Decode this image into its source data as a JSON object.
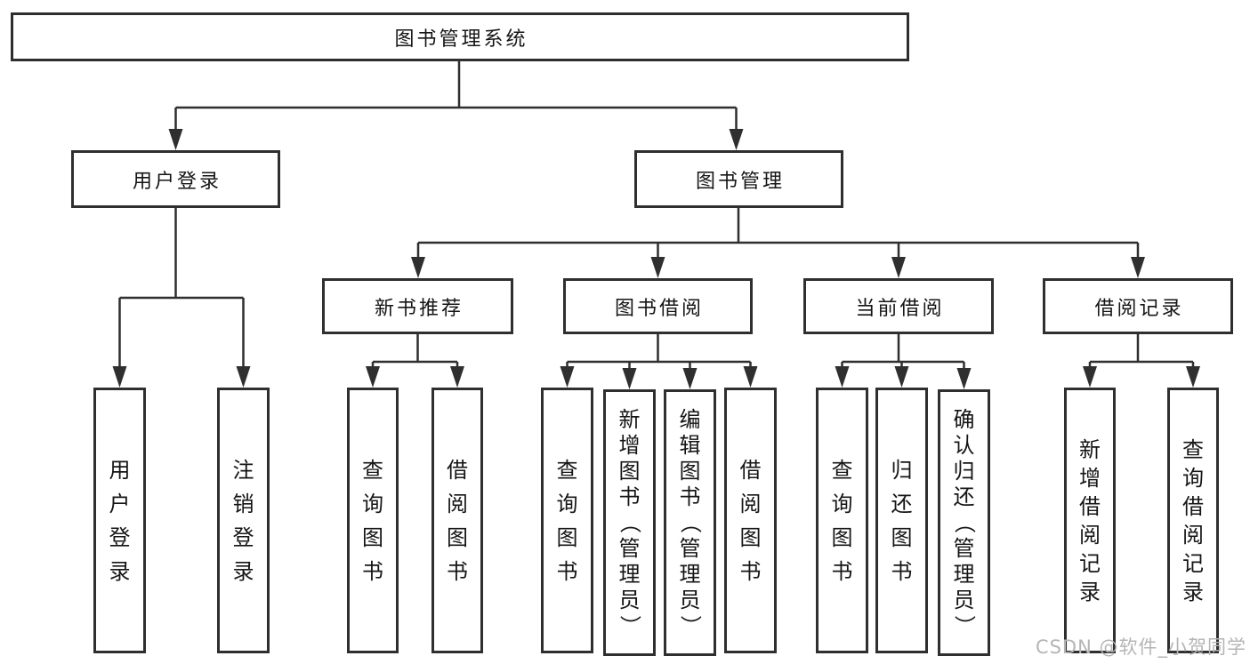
{
  "diagram": {
    "tree": {
      "label": "图书管理系统",
      "children": [
        {
          "label": "用户登录",
          "children": [
            {
              "label": "用户登录"
            },
            {
              "label": "注销登录"
            }
          ]
        },
        {
          "label": "图书管理",
          "children": [
            {
              "label": "新书推荐",
              "children": [
                {
                  "label": "查询图书"
                },
                {
                  "label": "借阅图书"
                }
              ]
            },
            {
              "label": "图书借阅",
              "children": [
                {
                  "label": "查询图书"
                },
                {
                  "label": "新增图书（管理员）"
                },
                {
                  "label": "编辑图书（管理员）"
                },
                {
                  "label": "借阅图书"
                }
              ]
            },
            {
              "label": "当前借阅",
              "children": [
                {
                  "label": "查询图书"
                },
                {
                  "label": "归还图书"
                },
                {
                  "label": "确认归还（管理员）"
                }
              ]
            },
            {
              "label": "借阅记录",
              "children": [
                {
                  "label": "新增借阅记录"
                },
                {
                  "label": "查询借阅记录"
                }
              ]
            }
          ]
        }
      ]
    },
    "watermark": "CSDN @软件_小贺同学",
    "colors": {
      "line": "#2f2f2f",
      "box_fill": "#ffffff",
      "text": "#151515",
      "watermark": "#b5b5b5",
      "background": "#ffffff"
    }
  }
}
